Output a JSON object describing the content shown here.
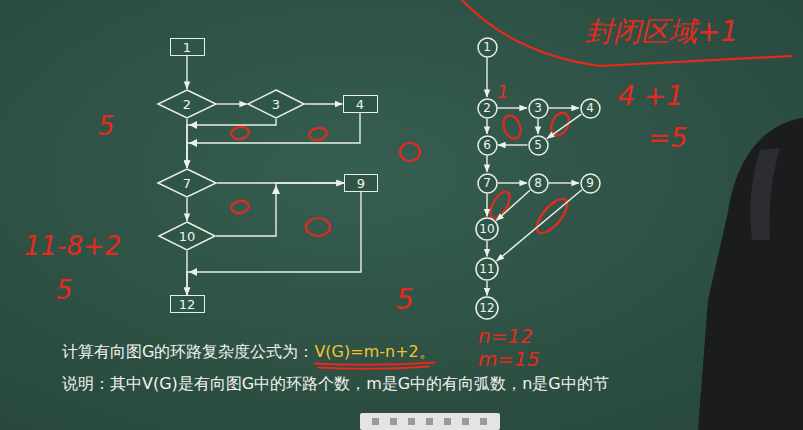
{
  "diagram": {
    "nodes": [
      {
        "text": [
          "1"
        ]
      },
      {
        "text": [
          "2"
        ]
      },
      {
        "text": [
          "3"
        ]
      },
      {
        "text": [
          "4"
        ]
      },
      {
        "text": [
          "7"
        ]
      },
      {
        "text": [
          "9"
        ]
      },
      {
        "text": [
          "10"
        ]
      },
      {
        "text": [
          "12"
        ]
      },
      {
        "text": [
          "1"
        ]
      },
      {
        "text": [
          "2"
        ]
      },
      {
        "text": [
          "3"
        ]
      },
      {
        "text": [
          "4"
        ]
      },
      {
        "text": [
          "5"
        ]
      },
      {
        "text": [
          "6"
        ]
      },
      {
        "text": [
          "7"
        ]
      },
      {
        "text": [
          "8"
        ]
      },
      {
        "text": [
          "9"
        ]
      },
      {
        "text": [
          "10"
        ]
      },
      {
        "text": [
          "11"
        ]
      },
      {
        "text": [
          "12"
        ]
      }
    ],
    "edges": [
      {
        "from": 0,
        "to": 1,
        "arrow": "to"
      },
      {
        "from": 1,
        "to": 2,
        "arrow": "to"
      },
      {
        "from": 2,
        "to": 3,
        "arrow": "to"
      },
      {
        "from": 1,
        "to": 4,
        "arrow": "to"
      },
      {
        "from": 2,
        "to": 4,
        "arrow": "to"
      },
      {
        "from": 3,
        "to": 4,
        "arrow": "to"
      },
      {
        "from": 4,
        "to": 5,
        "arrow": "to"
      },
      {
        "from": 4,
        "to": 6,
        "arrow": "to"
      },
      {
        "from": 6,
        "to": 5,
        "arrow": "to"
      },
      {
        "from": 5,
        "to": 7,
        "arrow": "to"
      },
      {
        "from": 6,
        "to": 7,
        "arrow": "to"
      },
      {
        "from": 8,
        "to": 9,
        "arrow": "to"
      },
      {
        "from": 9,
        "to": 10,
        "arrow": "to"
      },
      {
        "from": 10,
        "to": 11,
        "arrow": "to"
      },
      {
        "from": 9,
        "to": 13,
        "arrow": "to"
      },
      {
        "from": 10,
        "to": 12,
        "arrow": "to"
      },
      {
        "from": 11,
        "to": 12,
        "arrow": "to"
      },
      {
        "from": 12,
        "to": 13,
        "arrow": "to"
      },
      {
        "from": 13,
        "to": 14,
        "arrow": "to"
      },
      {
        "from": 14,
        "to": 15,
        "arrow": "to"
      },
      {
        "from": 15,
        "to": 16,
        "arrow": "to"
      },
      {
        "from": 14,
        "to": 17,
        "arrow": "to"
      },
      {
        "from": 15,
        "to": 17,
        "arrow": "to"
      },
      {
        "from": 17,
        "to": 18,
        "arrow": "to"
      },
      {
        "from": 16,
        "to": 18,
        "arrow": "to"
      },
      {
        "from": 18,
        "to": 19,
        "arrow": "to"
      }
    ],
    "labels": [
      "封闭区域+1",
      "4 +1",
      "=5",
      "5",
      "11-8+2",
      "5",
      "5",
      "1",
      "n=12",
      "m=15",
      "计算有向图G的环路复杂度公式为：",
      "V(G)=m-n+2。",
      "说明：其中V(G)是有向图G中的环路个数，m是G中的有向弧数，n是G中的节"
    ]
  }
}
